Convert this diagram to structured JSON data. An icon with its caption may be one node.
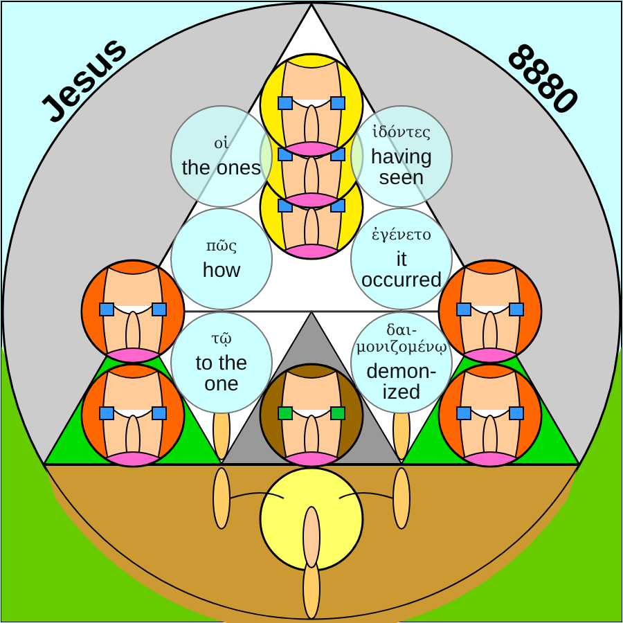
{
  "diagram": {
    "nodes": [
      {
        "text": [
          "οἱ",
          "the ones"
        ]
      },
      {
        "text": [
          "ἰδόντες",
          "having seen"
        ]
      },
      {
        "text": [
          "πῶς",
          "how"
        ]
      },
      {
        "text": [
          "ἐγένετο",
          "it occurred"
        ]
      },
      {
        "text": [
          "τῷ",
          "to the one"
        ]
      },
      {
        "text": [
          "δαι- μονιζομένῳ",
          "demon- ized"
        ]
      }
    ],
    "labels": [
      "Jesus",
      "8880"
    ]
  }
}
